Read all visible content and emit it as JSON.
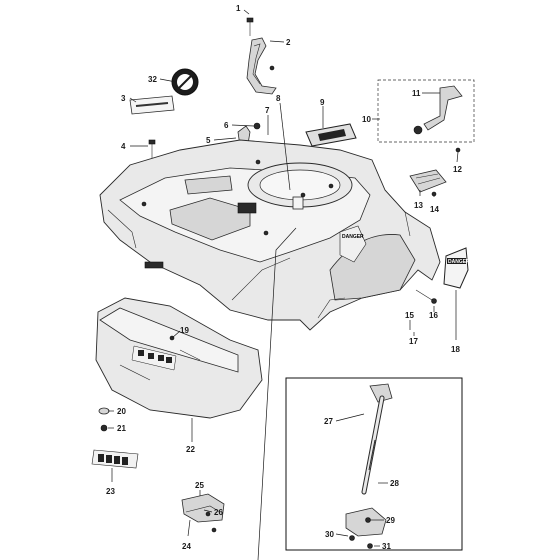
{
  "callouts": {
    "c1": "1",
    "c2": "2",
    "c3": "3",
    "c4": "4",
    "c5": "5",
    "c6": "6",
    "c7": "7",
    "c8": "8",
    "c9": "9",
    "c10": "10",
    "c11": "11",
    "c12": "12",
    "c13": "13",
    "c14": "14",
    "c15": "15",
    "c16": "16",
    "c17": "17",
    "c18": "18",
    "c19": "19",
    "c20": "20",
    "c21": "21",
    "c22": "22",
    "c23": "23",
    "c24": "24",
    "c25": "25",
    "c26": "26",
    "c27": "27",
    "c28": "28",
    "c29": "29",
    "c30": "30",
    "c31": "31",
    "c32": "32"
  },
  "decals": {
    "danger_body": "DANGER",
    "danger_sticker": "DANGER"
  }
}
